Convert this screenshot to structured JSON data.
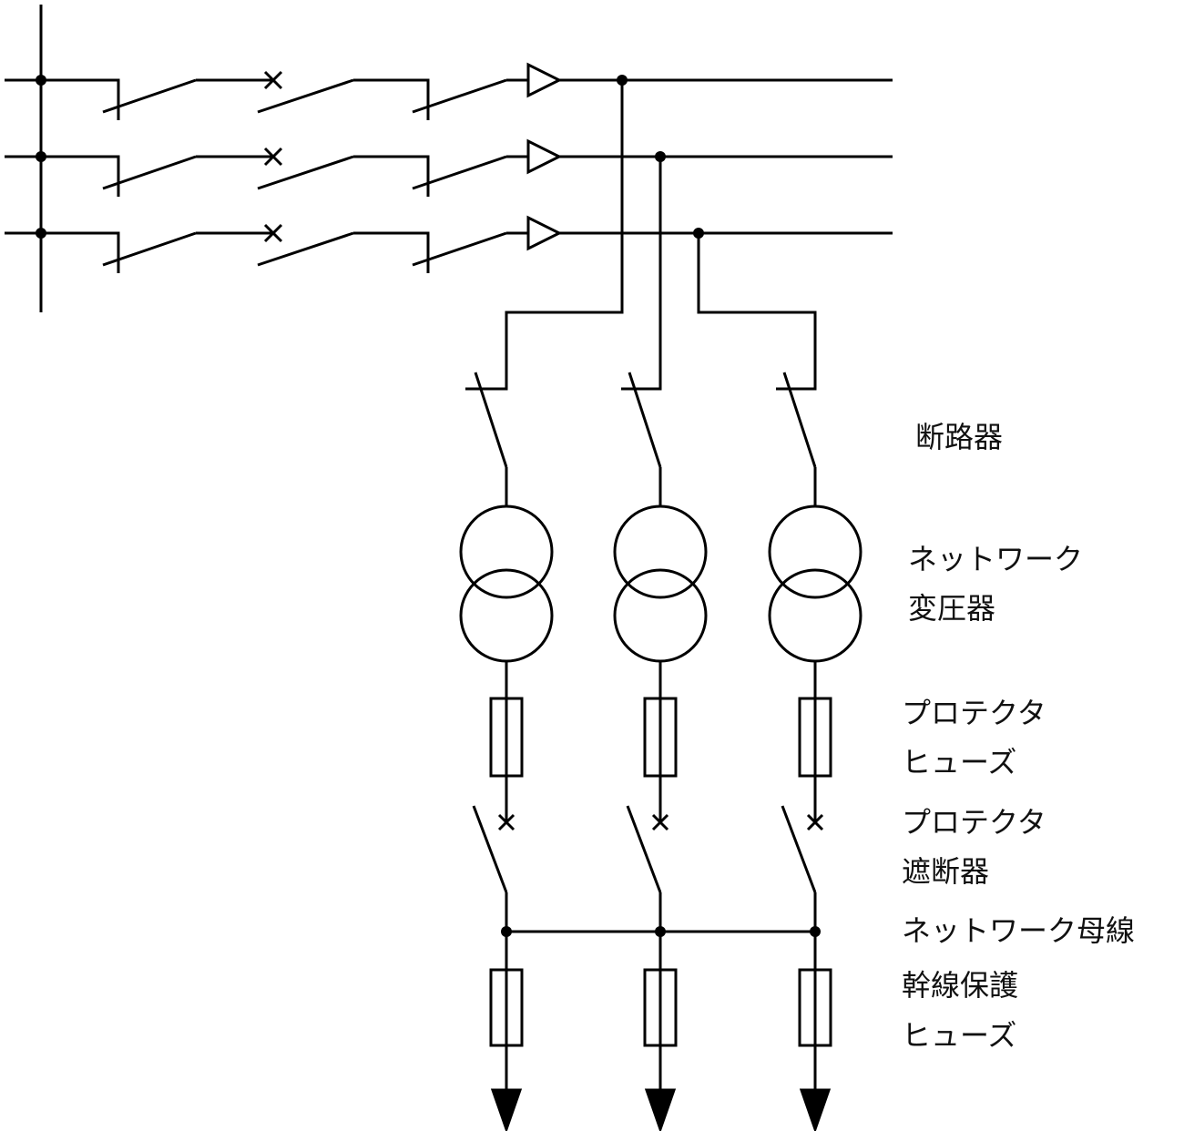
{
  "labels": {
    "breaker": "断路器",
    "network_transformer": [
      "ネットワーク",
      "変圧器"
    ],
    "protector_fuse": [
      "プロテクタ",
      "ヒューズ"
    ],
    "protector_breaker": [
      "プロテクタ",
      "遮断器"
    ],
    "network_bus": "ネットワーク母線",
    "trunk_fuse": [
      "幹線保護",
      "ヒューズ"
    ]
  },
  "colors": {
    "line": "#000000",
    "background": "#ffffff"
  }
}
